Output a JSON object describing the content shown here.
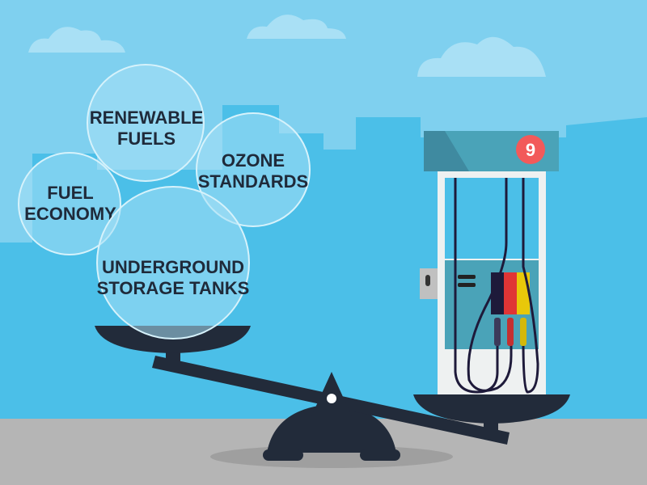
{
  "bubbles": {
    "renewable": [
      "RENEWABLE",
      "FUELS"
    ],
    "ozone": [
      "OZONE",
      "STANDARDS"
    ],
    "fuel_economy": [
      "FUEL",
      "ECONOMY"
    ],
    "underground": [
      "UNDERGROUND",
      "STORAGE TANKS"
    ]
  },
  "pump": {
    "sign_number": "9",
    "fuel_colors": [
      "#1e1a3a",
      "#e03535",
      "#e8c80a"
    ]
  },
  "colors": {
    "sky": "#7fd0ef",
    "skyline": "#4bbfe8",
    "ground": "#b5b5b5",
    "scale": "#222b3a",
    "sign_badge": "#f25a5a"
  }
}
